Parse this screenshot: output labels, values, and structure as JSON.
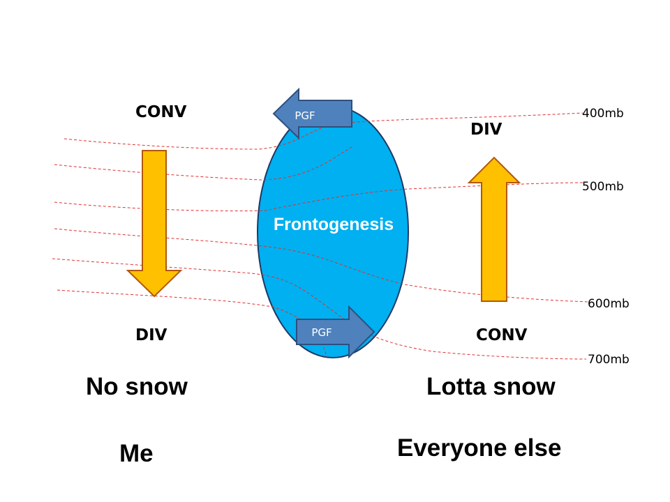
{
  "labels": {
    "left_top": "CONV",
    "left_bottom": "DIV",
    "right_top": "DIV",
    "right_bottom": "CONV",
    "center": "Frontogenesis",
    "pgf_top": "PGF",
    "pgf_bottom": "PGF",
    "left_result": "No snow",
    "right_result": "Lotta snow",
    "left_person": "Me",
    "right_person": "Everyone else"
  },
  "levels": [
    "400mb",
    "500mb",
    "600mb",
    "700mb"
  ],
  "colors": {
    "ellipse_fill": "#00b0f0",
    "ellipse_stroke": "#1f3864",
    "vertical_arrow_fill": "#ffc000",
    "vertical_arrow_stroke": "#b0580a",
    "pgf_arrow_fill": "#4f81bd",
    "pgf_arrow_stroke": "#2f4f7f",
    "isobar": "#e03030",
    "center_text": "#ffffff"
  }
}
